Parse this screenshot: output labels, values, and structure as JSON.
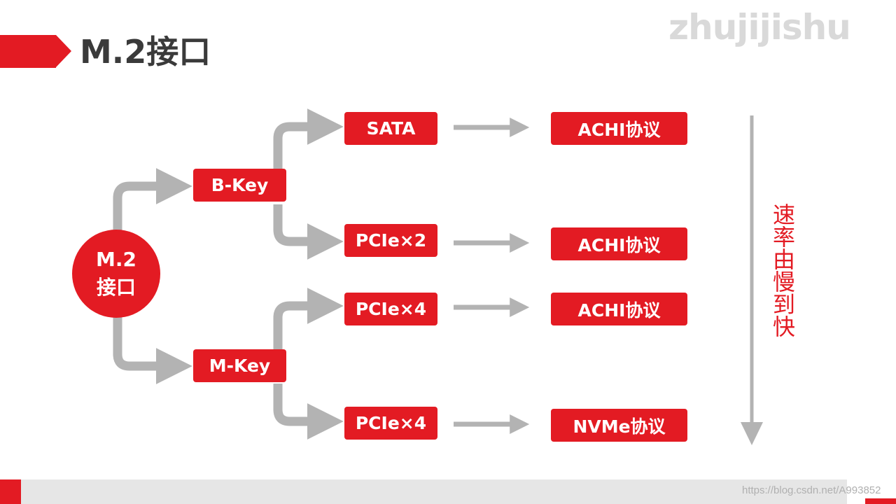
{
  "title": "M.2接口",
  "watermark": "zhujijishu",
  "root": {
    "line1": "M.2",
    "line2": "接口"
  },
  "keys": {
    "b": "B-Key",
    "m": "M-Key"
  },
  "interfaces": [
    "SATA",
    "PCIe×2",
    "PCIe×4",
    "PCIe×4"
  ],
  "protocols": [
    "ACHI协议",
    "ACHI协议",
    "ACHI协议",
    "NVMe协议"
  ],
  "speed_label": "速率由慢到快",
  "url": "https://blog.csdn.net/A993852",
  "colors": {
    "accent": "#e31b23",
    "arrow": "#b3b3b3",
    "title": "#3a3a3a"
  }
}
